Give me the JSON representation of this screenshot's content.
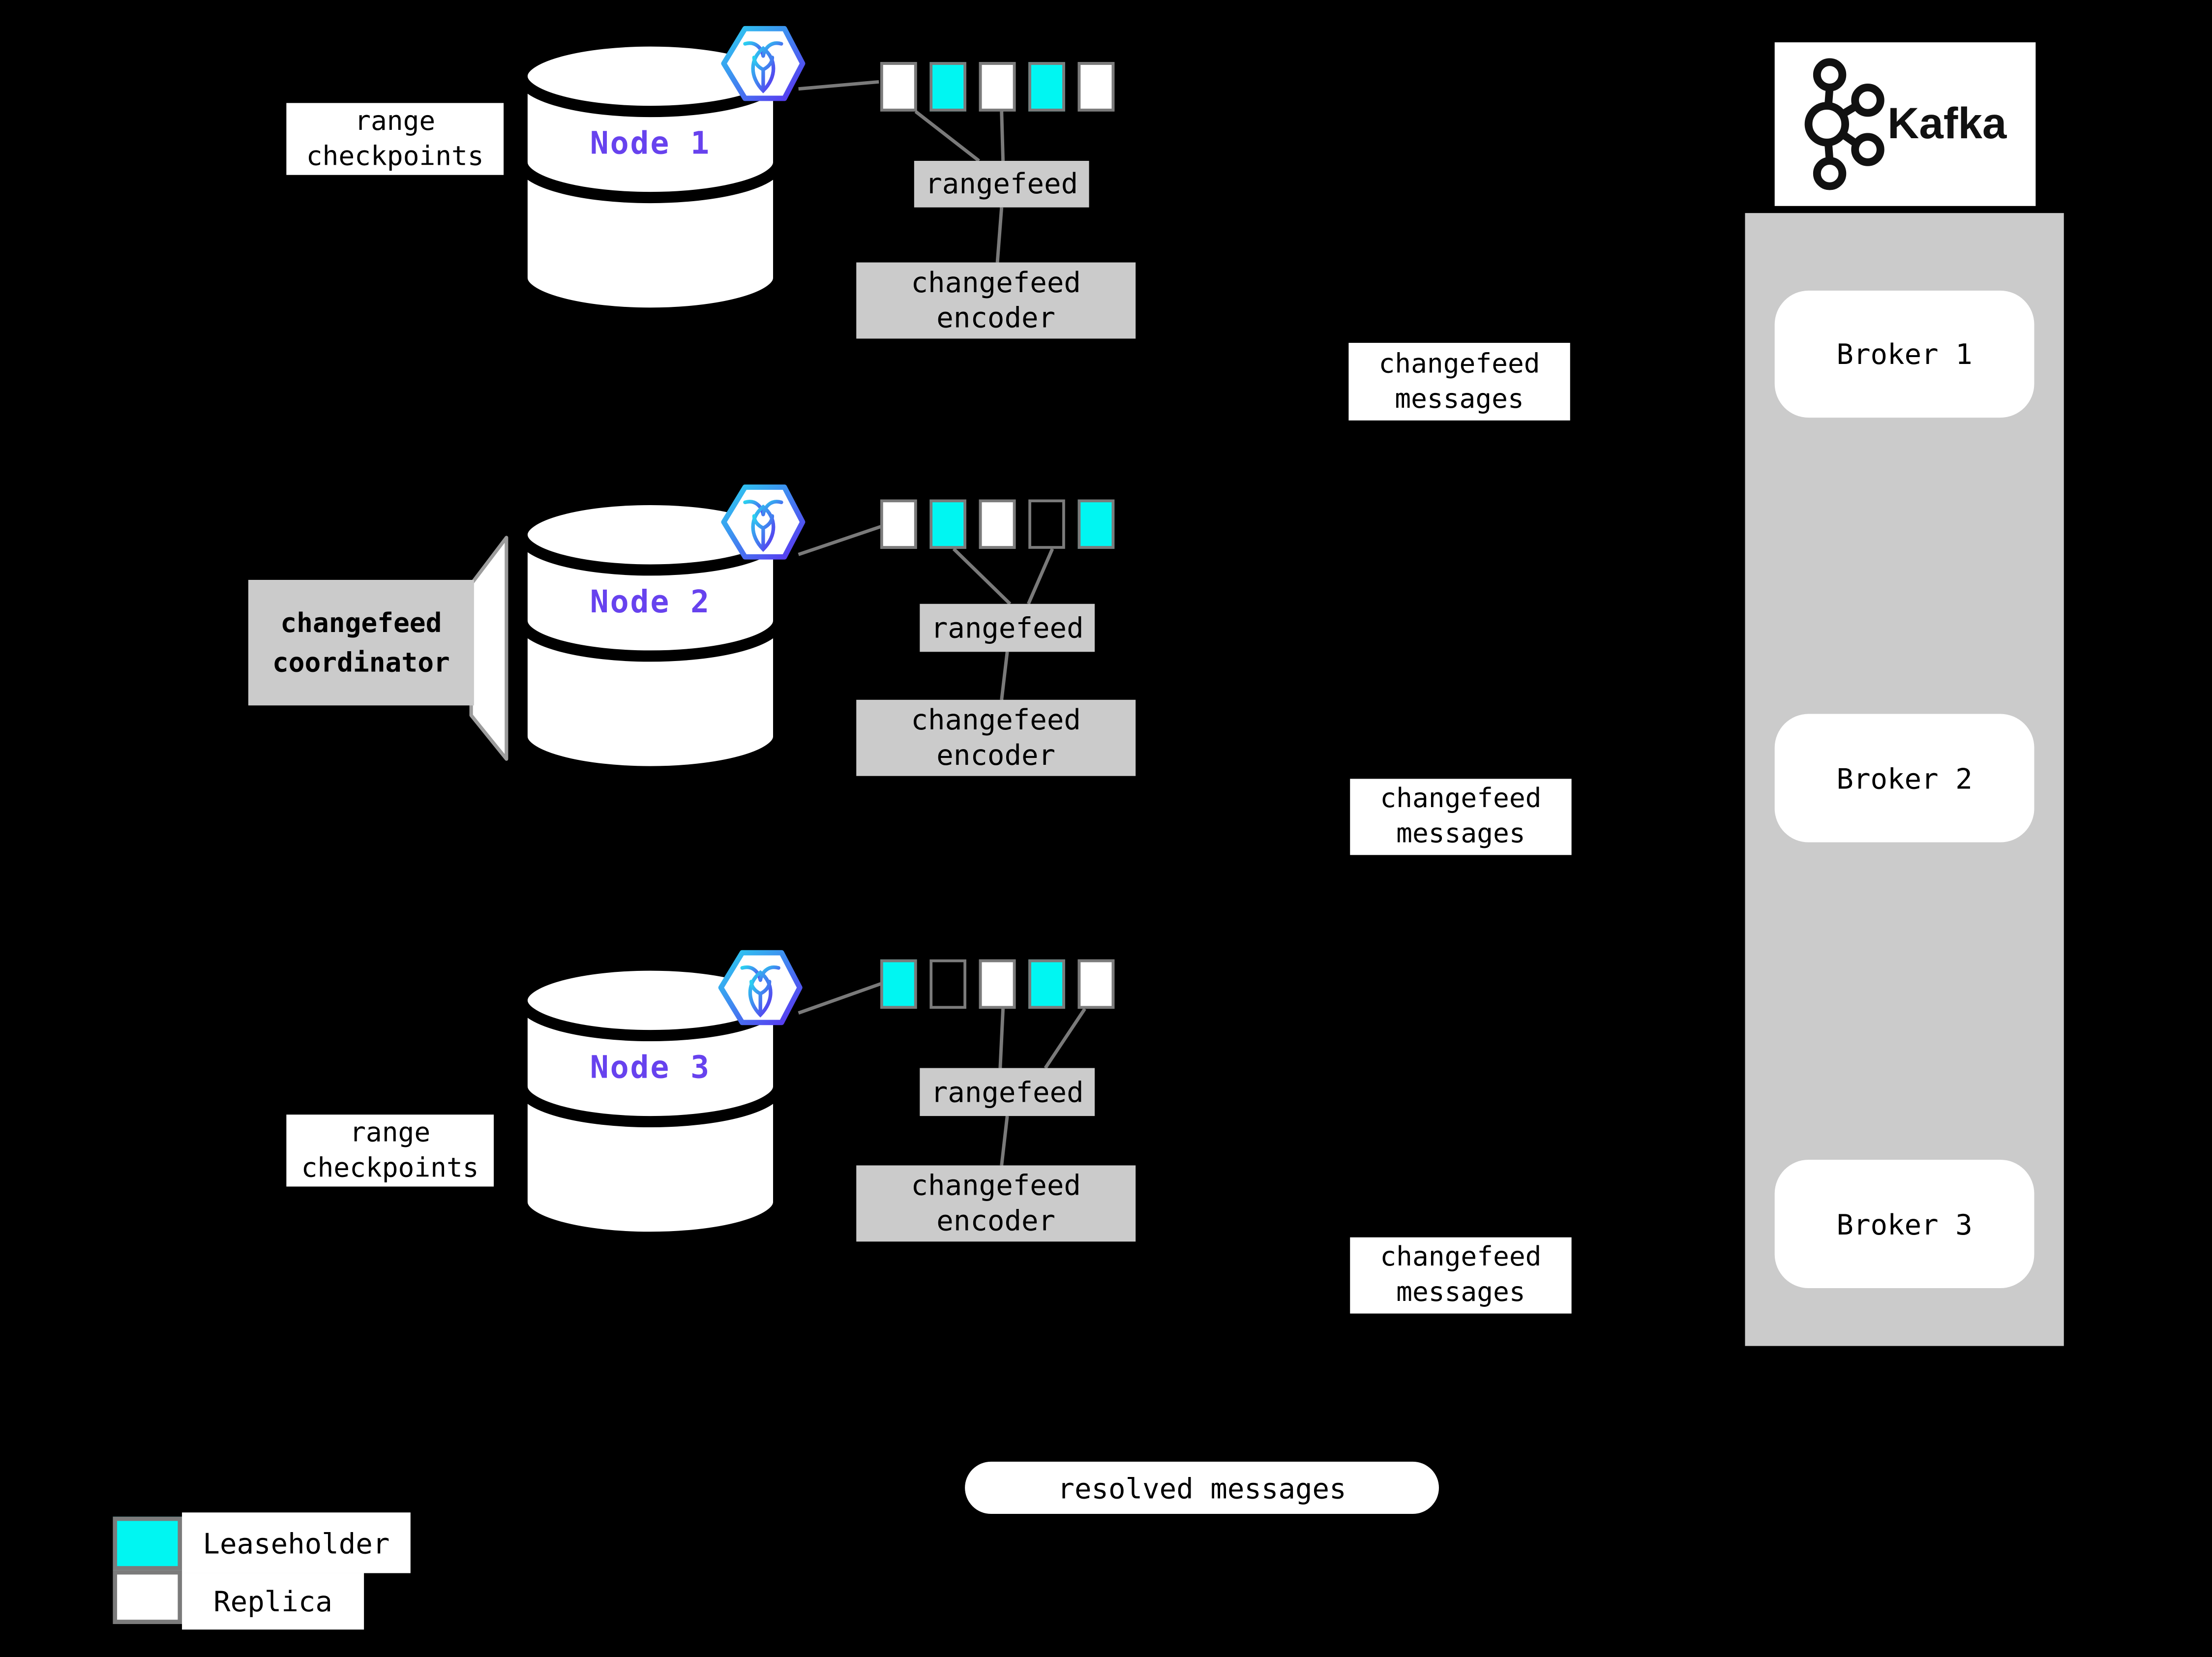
{
  "nodes": [
    {
      "name": "Node 1",
      "squares": [
        "replica",
        "leaseholder",
        "replica",
        "leaseholder",
        "replica"
      ]
    },
    {
      "name": "Node 2",
      "squares": [
        "replica",
        "leaseholder",
        "replica",
        "empty",
        "leaseholder"
      ]
    },
    {
      "name": "Node 3",
      "squares": [
        "leaseholder",
        "empty",
        "replica",
        "leaseholder",
        "replica"
      ]
    }
  ],
  "labels": {
    "range_checkpoints_line1": "range",
    "range_checkpoints_line2": "checkpoints",
    "rangefeed": "rangefeed",
    "encoder_line1": "changefeed",
    "encoder_line2": "encoder",
    "messages_line1": "changefeed",
    "messages_line2": "messages",
    "coordinator_line1": "changefeed",
    "coordinator_line2": "coordinator",
    "resolved_messages": "resolved messages"
  },
  "kafka": {
    "wordmark": "Kafka",
    "brokers": [
      "Broker 1",
      "Broker 2",
      "Broker 3"
    ]
  },
  "legend": {
    "leaseholder": "Leaseholder",
    "replica": "Replica"
  },
  "icons": {
    "node_badge": "cockroachdb-hexagon-icon",
    "kafka_logo": "kafka-circles-icon"
  },
  "colors": {
    "background": "#000000",
    "leaseholder_cyan": "#00f6f2",
    "replica_white": "#ffffff",
    "node_label_purple": "#6742ee",
    "box_gray": "#cbcbcb",
    "border_gray": "#7b7b7b",
    "connector_gray": "#7a7a7a",
    "crdb_gradient_start": "#2ad2f0",
    "crdb_gradient_end": "#5b2ef0"
  }
}
